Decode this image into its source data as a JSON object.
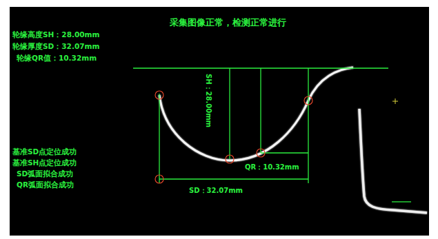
{
  "diagram": {
    "title": "采集图像正常，检测正常进行",
    "labels": [
      "轮缘高度SH：28.00mm",
      "轮缘厚度SD：32.07mm",
      "轮缘QR值：10.32mm",
      "SH：28.00mm",
      "QR：10.32mm",
      "SD：32.07mm",
      "基准SD点定位成功",
      "基准SH点定位成功",
      "SD弧面拟合成功",
      "QR弧面拟合成功"
    ]
  }
}
